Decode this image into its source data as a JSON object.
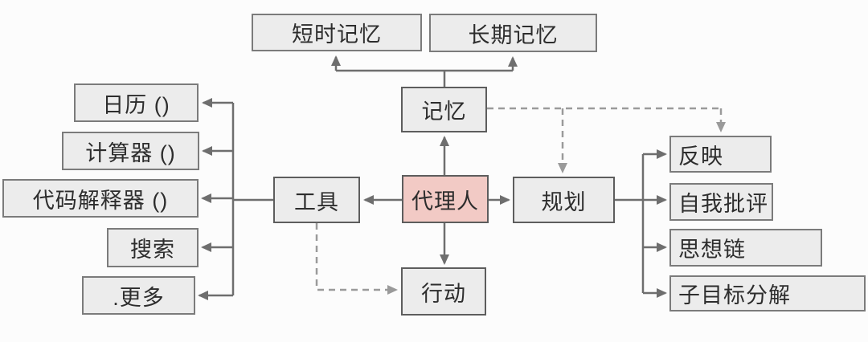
{
  "nodes": {
    "short_term_memory": "短时记忆",
    "long_term_memory": "长期记忆",
    "memory": "记忆",
    "agent": "代理人",
    "tools": "工具",
    "planning": "规划",
    "action": "行动",
    "calendar": "日历 ()",
    "calculator": "计算器 ()",
    "code_interpreter": "代码解释器 ()",
    "search": "搜索",
    "more": ".更多",
    "reflection": "反映",
    "self_criticism": "自我批评",
    "chain_of_thought": "思想链",
    "subgoal_decomposition": "子目标分解"
  },
  "edges": [
    {
      "from": "agent",
      "to": "memory",
      "style": "solid"
    },
    {
      "from": "memory",
      "to": "short_term_memory",
      "style": "solid"
    },
    {
      "from": "memory",
      "to": "long_term_memory",
      "style": "solid"
    },
    {
      "from": "agent",
      "to": "tools",
      "style": "solid"
    },
    {
      "from": "agent",
      "to": "planning",
      "style": "solid"
    },
    {
      "from": "agent",
      "to": "action",
      "style": "solid"
    },
    {
      "from": "tools",
      "to": "calendar",
      "style": "solid"
    },
    {
      "from": "tools",
      "to": "calculator",
      "style": "solid"
    },
    {
      "from": "tools",
      "to": "code_interpreter",
      "style": "solid"
    },
    {
      "from": "tools",
      "to": "search",
      "style": "solid"
    },
    {
      "from": "tools",
      "to": "more",
      "style": "solid"
    },
    {
      "from": "planning",
      "to": "reflection",
      "style": "solid"
    },
    {
      "from": "planning",
      "to": "self_criticism",
      "style": "solid"
    },
    {
      "from": "planning",
      "to": "chain_of_thought",
      "style": "solid"
    },
    {
      "from": "planning",
      "to": "subgoal_decomposition",
      "style": "solid"
    },
    {
      "from": "memory",
      "to": "planning",
      "style": "dashed"
    },
    {
      "from": "memory",
      "to": "reflection",
      "style": "dashed"
    },
    {
      "from": "tools",
      "to": "action",
      "style": "dashed"
    }
  ],
  "colors": {
    "background": "#fcfcfc",
    "node_fill": "#ececec",
    "node_border": "#7b7b7b",
    "agent_fill": "#f2cac5",
    "agent_border": "#5d5d5d",
    "solid_line": "#6e6e6e",
    "dashed_line": "#9a9a9a",
    "text": "#2d2d2d"
  }
}
